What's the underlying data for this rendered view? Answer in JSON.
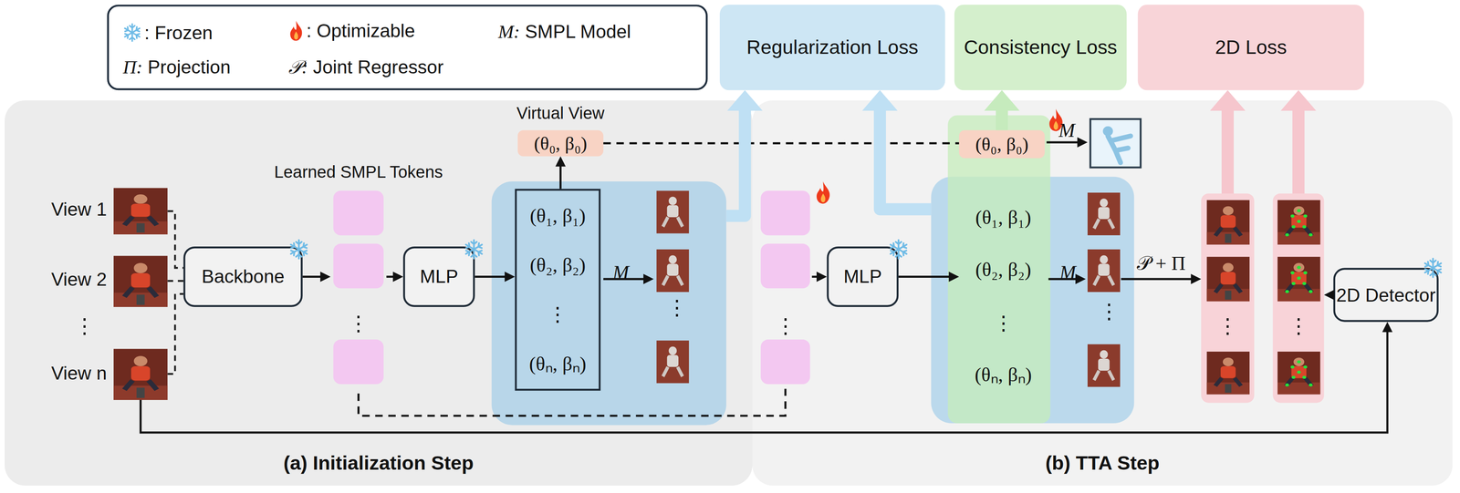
{
  "diagram": {
    "nodes": [
      {
        "text": [
          "Regularization Loss"
        ]
      },
      {
        "text": [
          "Consistency Loss"
        ]
      },
      {
        "text": [
          "2D Loss"
        ]
      },
      {
        "text": [
          "(a) Initialization Step"
        ]
      },
      {
        "text": [
          "Backbone"
        ],
        "in": 3
      },
      {
        "text": [
          "Learned SMPL Tokens",
          "⋮"
        ],
        "in": 3
      },
      {
        "text": [
          "MLP"
        ],
        "in": 3
      },
      {
        "text": [
          "M"
        ],
        "in": 3
      },
      {
        "text": [
          "(θ₁, β₁)",
          "(θ₂, β₂)",
          "⋮",
          "(θₙ, βₙ)"
        ],
        "in": 7
      },
      {
        "text": [
          "Virtual View",
          "(θ₀, β₀)"
        ],
        "in": 3
      },
      {
        "text": [
          "(b) TTA Step"
        ]
      },
      {
        "text": [
          "(θ₀, β₀)"
        ],
        "in": 10
      },
      {
        "text": [
          "⋮"
        ],
        "in": 10
      },
      {
        "text": [
          "MLP"
        ],
        "in": 10
      },
      {
        "text": [
          "M"
        ],
        "in": 10
      },
      {
        "text": [
          "(θ₁, β₁)",
          "(θ₂, β₂)",
          "⋮",
          "(θₙ, βₙ)"
        ],
        "in": 14
      },
      {
        "text": [
          "⋮"
        ],
        "in": 10
      },
      {
        "text": [
          "⋮"
        ],
        "in": 10
      },
      {
        "text": [
          "2D Detector"
        ],
        "in": 10
      }
    ],
    "edges": [
      {
        "from": 4,
        "to": 5,
        "arrow": "to"
      },
      {
        "from": 5,
        "to": 6,
        "arrow": "to"
      },
      {
        "from": 6,
        "to": 8,
        "arrow": "to"
      },
      {
        "from": 8,
        "to": 9,
        "arrow": "to"
      },
      {
        "from": 9,
        "to": 11,
        "arrow": "none"
      },
      {
        "from": 5,
        "to": 12,
        "arrow": "none"
      },
      {
        "from": 12,
        "to": 13,
        "arrow": "to"
      },
      {
        "from": 13,
        "to": 15,
        "arrow": "to"
      },
      {
        "from": 14,
        "to": 16,
        "label": "𝒫 + Π",
        "arrow": "to"
      },
      {
        "from": 18,
        "to": 17,
        "arrow": "to"
      },
      {
        "from": 7,
        "to": 0,
        "arrow": "to"
      },
      {
        "from": 14,
        "to": 0,
        "arrow": "to"
      },
      {
        "from": 11,
        "to": 1,
        "arrow": "to"
      },
      {
        "from": 16,
        "to": 2,
        "arrow": "to"
      },
      {
        "from": 17,
        "to": 2,
        "arrow": "to"
      }
    ],
    "labels": [
      "View 1",
      "View 2",
      "⋮",
      "View n",
      "⋮",
      "⋮",
      "M"
    ],
    "legend": [
      {
        "text": ": Frozen"
      },
      {
        "text": ": Optimizable"
      },
      {
        "text": "M: SMPL Model"
      },
      {
        "text": "Π: Projection"
      },
      {
        "text": "𝒫: Joint Regressor"
      }
    ]
  }
}
